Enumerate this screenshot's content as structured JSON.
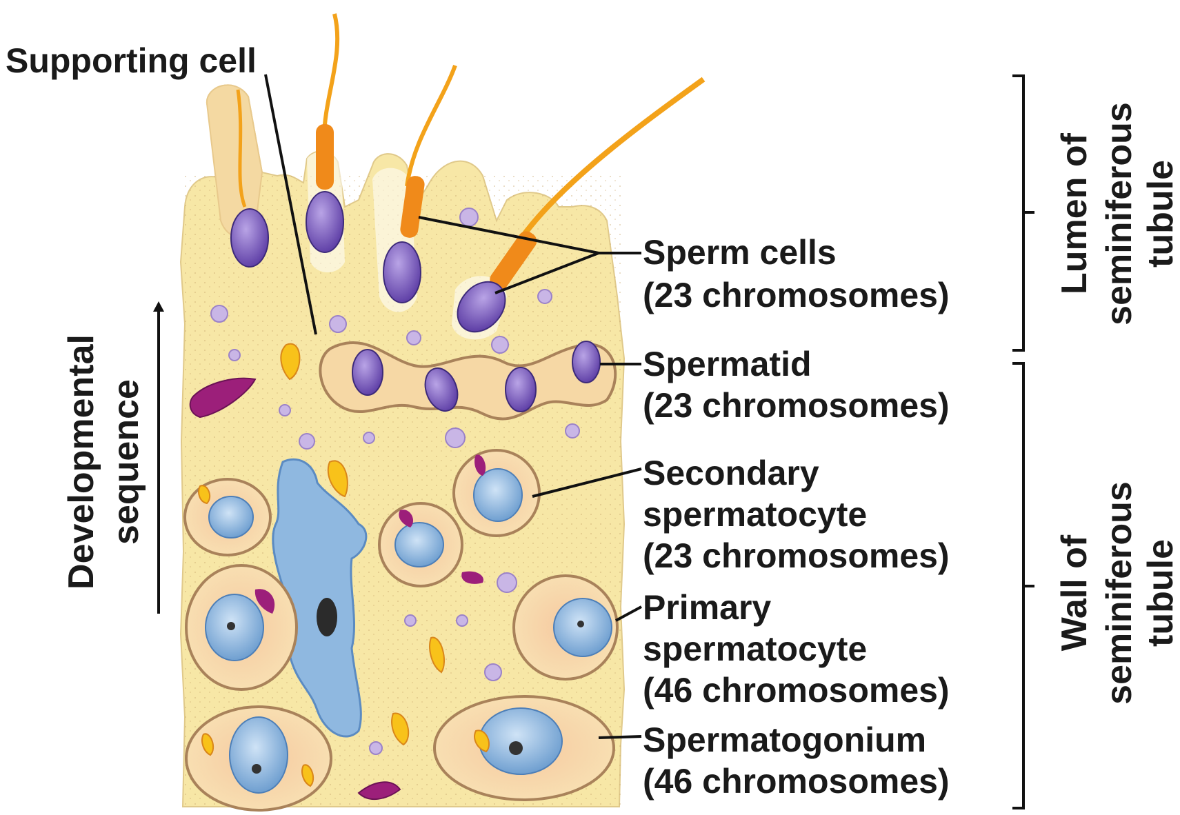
{
  "labels": {
    "supporting_cell": "Supporting cell",
    "sperm_cells": {
      "line1": "Sperm cells",
      "line2": "(23 chromosomes)"
    },
    "spermatid": {
      "line1": "Spermatid",
      "line2": "(23 chromosomes)"
    },
    "secondary_spermatocyte": {
      "line1": "Secondary",
      "line2": "spermatocyte",
      "line3": "(23 chromosomes)"
    },
    "primary_spermatocyte": {
      "line1": "Primary",
      "line2": "spermatocyte",
      "line3": "(46 chromosomes)"
    },
    "spermatogonium": {
      "line1": "Spermatogonium",
      "line2": "(46 chromosomes)"
    },
    "developmental_sequence": {
      "line1": "Developmental",
      "line2": "sequence"
    },
    "lumen": {
      "line1": "Lumen of",
      "line2": "seminiferous",
      "line3": "tubule"
    },
    "wall": {
      "line1": "Wall of",
      "line2": "seminiferous",
      "line3": "tubule"
    }
  },
  "colors": {
    "cytoplasm": "#f7e7a6",
    "cell_outline": "#a9825a",
    "nucleus_blue": "#8fb8e0",
    "sperm_head": "#7d5cbf",
    "sperm_tail": "#f3a21a",
    "mitochondria": "#9c1f7a",
    "granule": "#c9b6e6"
  }
}
